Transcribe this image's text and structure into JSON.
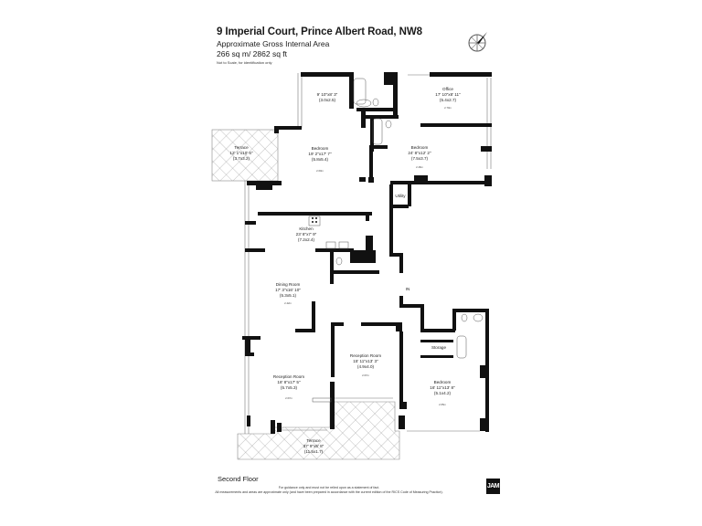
{
  "header": {
    "title": "9 Imperial Court, Prince Albert Road, NW8",
    "subtitle": "Approximate Gross Internal Area",
    "area": "266 sq m/ 2862 sq ft",
    "note": "Not to Scale, for identification only"
  },
  "compass": {
    "icon": "compass-north-arrow-icon"
  },
  "rooms": {
    "dressing": {
      "name": "",
      "imperial": "9' 10\"x8' 3\"",
      "metric": "(3.0x2.5)"
    },
    "office": {
      "name": "Office",
      "imperial": "17' 10\"x8' 11\"",
      "metric": "(5.4x2.7)",
      "ceiling": "2.70m"
    },
    "terrace_upper": {
      "name": "Terrace",
      "imperial": "12' 1\"x10' 6\"",
      "metric": "(3.7x3.2)"
    },
    "bedroom_main": {
      "name": "Bedroom",
      "imperial": "19' 2\"x17' 7\"",
      "metric": "(5.8x5.4)",
      "ceiling": "2.60m"
    },
    "bedroom_2": {
      "name": "Bedroom",
      "imperial": "24' 8\"x12' 2\"",
      "metric": "(7.5x3.7)",
      "ceiling": "2.46m"
    },
    "utility": {
      "name": "Utility"
    },
    "kitchen": {
      "name": "Kitchen",
      "imperial": "23' 8\"x7' 9\"",
      "metric": "(7.2x2.4)"
    },
    "dining": {
      "name": "Dining Room",
      "imperial": "17' 3\"x16' 10\"",
      "metric": "(5.3x5.1)",
      "ceiling": "2.42m"
    },
    "entrance": {
      "name": "IN"
    },
    "reception_small": {
      "name": "Reception Room",
      "imperial": "15' 11\"x13' 3\"",
      "metric": "(4.9x4.0)",
      "ceiling": "2.67m"
    },
    "reception_large": {
      "name": "Reception Room",
      "imperial": "18' 8\"x17' 5\"",
      "metric": "(5.7x5.3)",
      "ceiling": "2.67m"
    },
    "storage": {
      "name": "Storage"
    },
    "bedroom_3": {
      "name": "Bedroom",
      "imperial": "16' 11\"x13' 8\"",
      "metric": "(5.1x4.2)",
      "ceiling": "2.65m"
    },
    "terrace_lower": {
      "name": "Terrace",
      "imperial": "37' 9\"x5' 8\"",
      "metric": "(11.5x1.7)"
    }
  },
  "footer": {
    "floor": "Second Floor",
    "disclaimer_1": "For guidance only and must not be relied upon as a statement of fact.",
    "disclaimer_2": "All measurements and areas are approximate only (and have been prepared in accordance with the current edition of the RICS Code of Measuring Practice).",
    "logo": "JAM"
  }
}
